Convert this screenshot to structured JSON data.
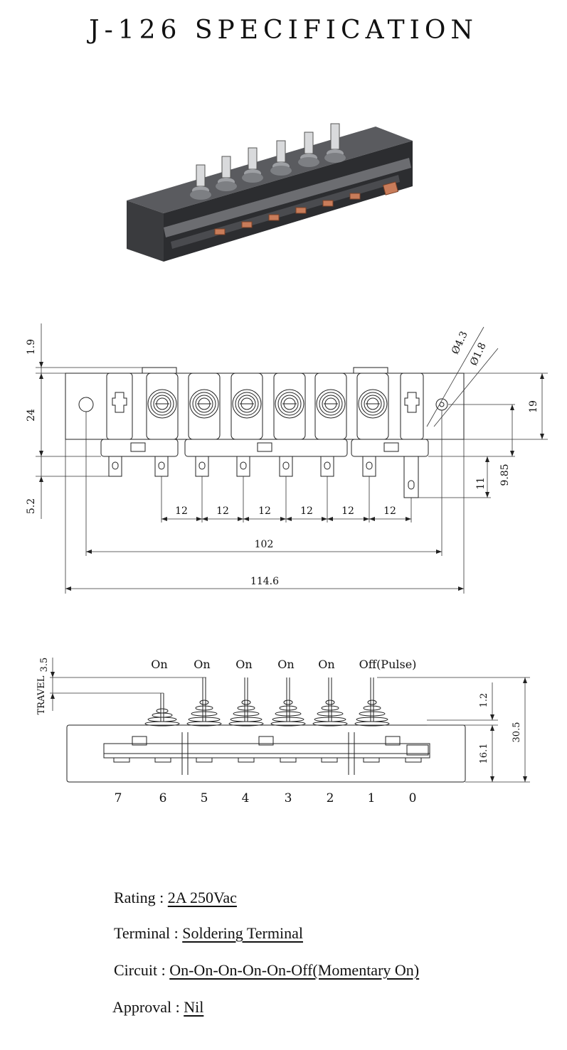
{
  "title": "J-126 SPECIFICATION",
  "top_view": {
    "dims": {
      "d_1_9": "1.9",
      "d_24": "24",
      "d_5_2": "5.2",
      "d_19": "19",
      "d_9_85": "9.85",
      "d_11": "11",
      "phi_4_3": "Ø4.3",
      "phi_1_8": "Ø1.8",
      "pitch": [
        "12",
        "12",
        "12",
        "12",
        "12",
        "12"
      ],
      "d_102": "102",
      "d_114_6": "114.6"
    }
  },
  "side_view": {
    "states": [
      "On",
      "On",
      "On",
      "On",
      "On",
      "Off(Pulse)"
    ],
    "travel_label": "TRAVEL",
    "travel_value": "3.5",
    "d_1_2": "1.2",
    "d_30_5": "30.5",
    "d_16_1": "16.1",
    "terminal_numbers": [
      "7",
      "6",
      "5",
      "4",
      "3",
      "2",
      "1",
      "0"
    ]
  },
  "specs": [
    {
      "label": "Rating : ",
      "value": "2A 250Vac"
    },
    {
      "label": "Terminal : ",
      "value": "Soldering Terminal"
    },
    {
      "label": "Circuit : ",
      "value": "On-On-On-On-On-Off(Momentary On)"
    },
    {
      "label": "Approval : ",
      "value": "Nil"
    }
  ]
}
